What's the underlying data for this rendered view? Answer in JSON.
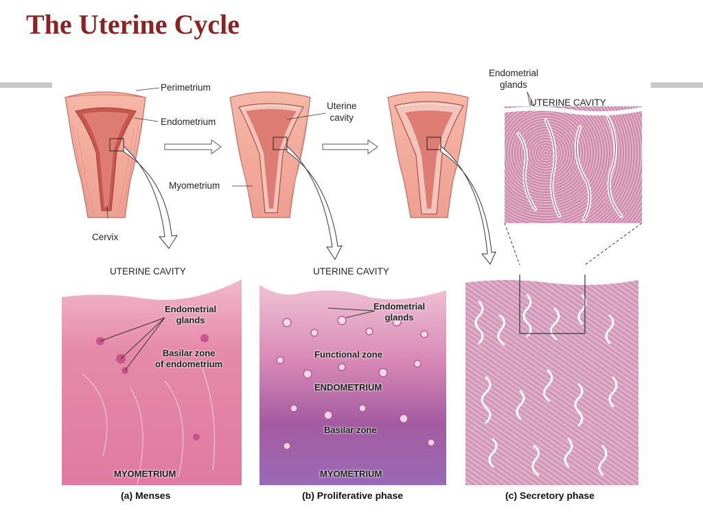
{
  "title": "The Uterine Cycle",
  "diagram": {
    "perimetrium": "Perimetrium",
    "endometrium": "Endometrium",
    "myometrium": "Myometrium",
    "cervix": "Cervix",
    "uterine_cavity": "Uterine\ncavity"
  },
  "micrograph_c_inset": {
    "glands_label": "Endometrial\nglands",
    "cavity_label": "UTERINE CAVITY"
  },
  "panels": [
    {
      "heading": "UTERINE CAVITY",
      "glands": "Endometrial\nglands",
      "basilar": "Basilar zone\nof endometrium",
      "bottom": "MYOMETRIUM",
      "caption": "(a) Menses"
    },
    {
      "heading": "UTERINE CAVITY",
      "glands": "Endometrial\nglands",
      "functional": "Functional zone",
      "endometrium": "ENDOMETRIUM",
      "basilar": "Basilar zone",
      "bottom": "MYOMETRIUM",
      "caption": "(b) Proliferative phase"
    },
    {
      "caption": "(c) Secretory phase"
    }
  ],
  "colors": {
    "title": "#8b2323",
    "tissue_pink": "#e58aa8",
    "tissue_purple": "#9c4a8c",
    "uterus_outer": "#f2a99a",
    "uterus_inner": "#e8877c"
  }
}
